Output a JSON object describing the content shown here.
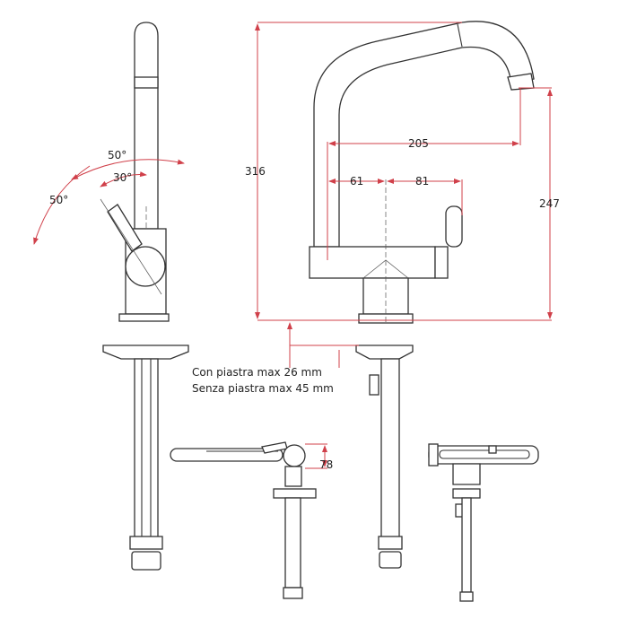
{
  "angles": {
    "swing_outer": "50°",
    "swing_inner": "30°",
    "lever_tilt": "50°"
  },
  "dimensions": {
    "total_height": "316",
    "spout_reach": "205",
    "left_offset": "61",
    "right_offset": "81",
    "spout_height": "247",
    "lever_height": "78"
  },
  "notes": {
    "with_plate": "Con piastra max 26 mm",
    "without_plate": "Senza piastra max 45 mm"
  },
  "colors": {
    "dimension_line": "#d0404a",
    "drawing_line": "#333333"
  }
}
